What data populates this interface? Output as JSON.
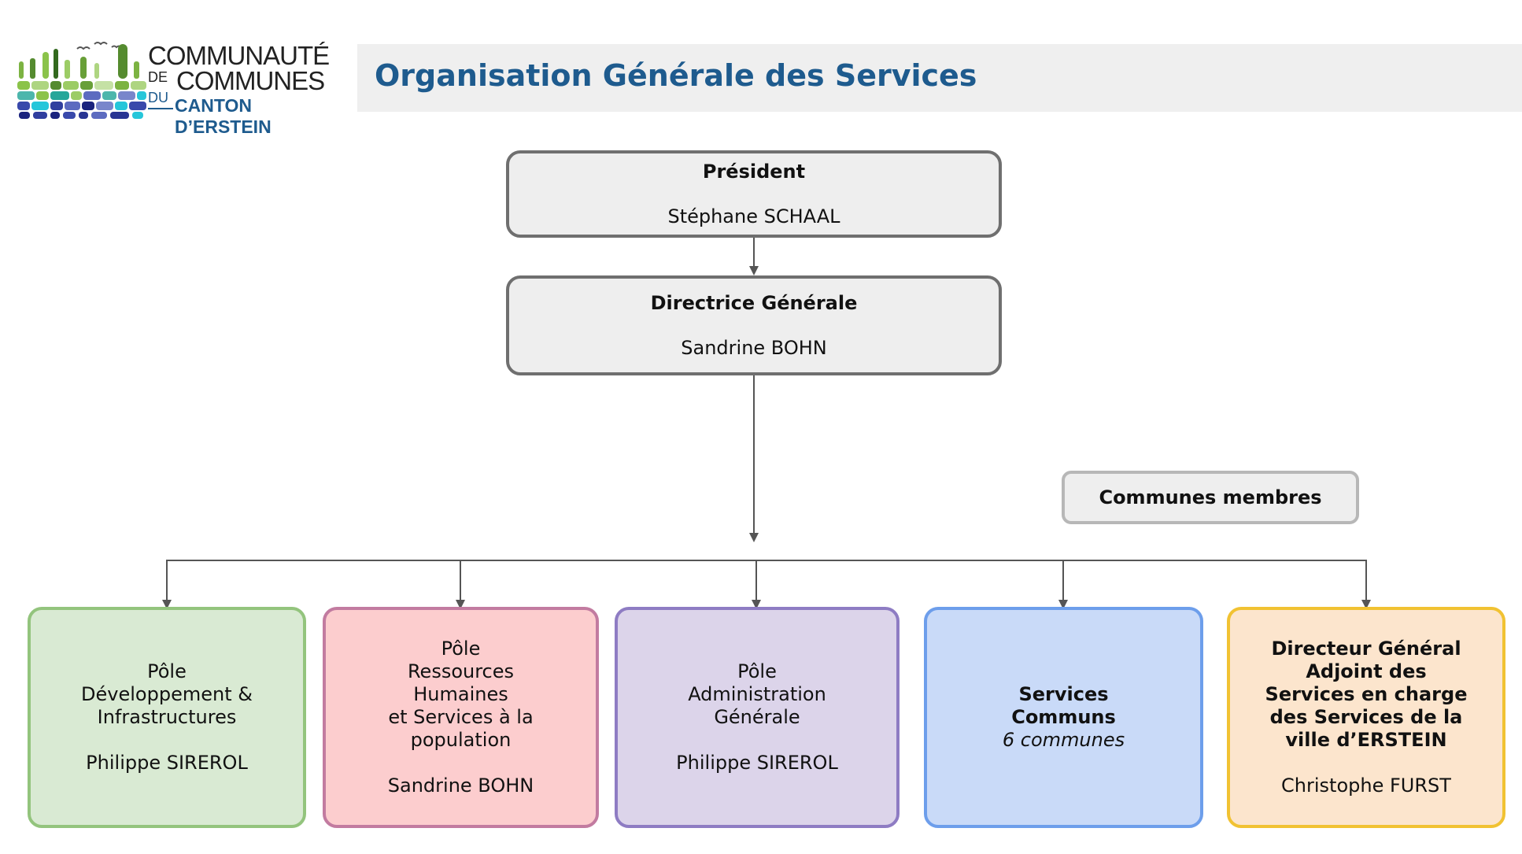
{
  "logo": {
    "line1": "COMMUNAUTÉ",
    "de": "DE",
    "line2": "COMMUNES",
    "du": "DU",
    "line3": "CANTON D’ERSTEIN"
  },
  "header": {
    "title": "Organisation Générale des Services"
  },
  "president": {
    "role": "Président",
    "name": "Stéphane SCHAAL"
  },
  "director": {
    "role": "Directrice Générale",
    "name": "Sandrine BOHN"
  },
  "communes": {
    "label": "Communes membres"
  },
  "poles": [
    {
      "title": "Pôle\nDéveloppement &\nInfrastructures",
      "name": "Philippe SIREROL",
      "bg": "#d9ead3",
      "border": "#93c47d"
    },
    {
      "title": "Pôle\nRessources\nHumaines\net Services à la\npopulation",
      "name": "Sandrine BOHN",
      "bg": "#fccdce",
      "border": "#c27ba0"
    },
    {
      "title": "Pôle\nAdministration\nGénérale",
      "name": "Philippe SIREROL",
      "bg": "#dcd4ea",
      "border": "#8e7cc3"
    },
    {
      "title": "Services\nCommuns",
      "subtitle": "6 communes",
      "bg": "#c9daf8",
      "border": "#6d9eeb"
    },
    {
      "title": "Directeur Général\nAdjoint des\nServices en charge\ndes Services de la\nville d’ERSTEIN",
      "name": "Christophe FURST",
      "bg": "#fce5cd",
      "border": "#f1c232"
    }
  ]
}
